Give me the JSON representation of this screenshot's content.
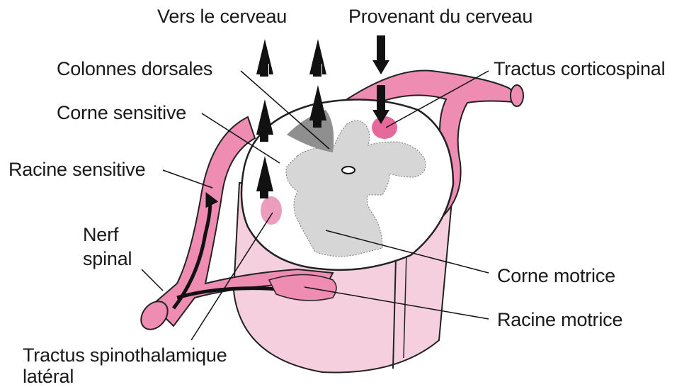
{
  "labels": {
    "to_brain": "Vers le cerveau",
    "from_brain": "Provenant du cerveau",
    "dorsal_columns": "Colonnes dorsales",
    "sensory_horn": "Corne sensitive",
    "sensory_root": "Racine sensitive",
    "spinal_nerve_line1": "Nerf",
    "spinal_nerve_line2": "spinal",
    "lateral_spinothalamic_line1": "Tractus spinothalamique",
    "lateral_spinothalamic_line2": "latéral",
    "corticospinal": "Tractus corticospinal",
    "motor_horn": "Corne motrice",
    "motor_root": "Racine motrice"
  },
  "colors": {
    "pink_fill": "#f2c6d7",
    "pink_dark": "#ee8cb1",
    "gray_matter": "#d6d6d6",
    "dorsal_column": "#8f8f8f",
    "corticospinal_tract": "#e6699b",
    "spinothalamic_tract": "#ec9dbd",
    "outline": "#222222"
  }
}
